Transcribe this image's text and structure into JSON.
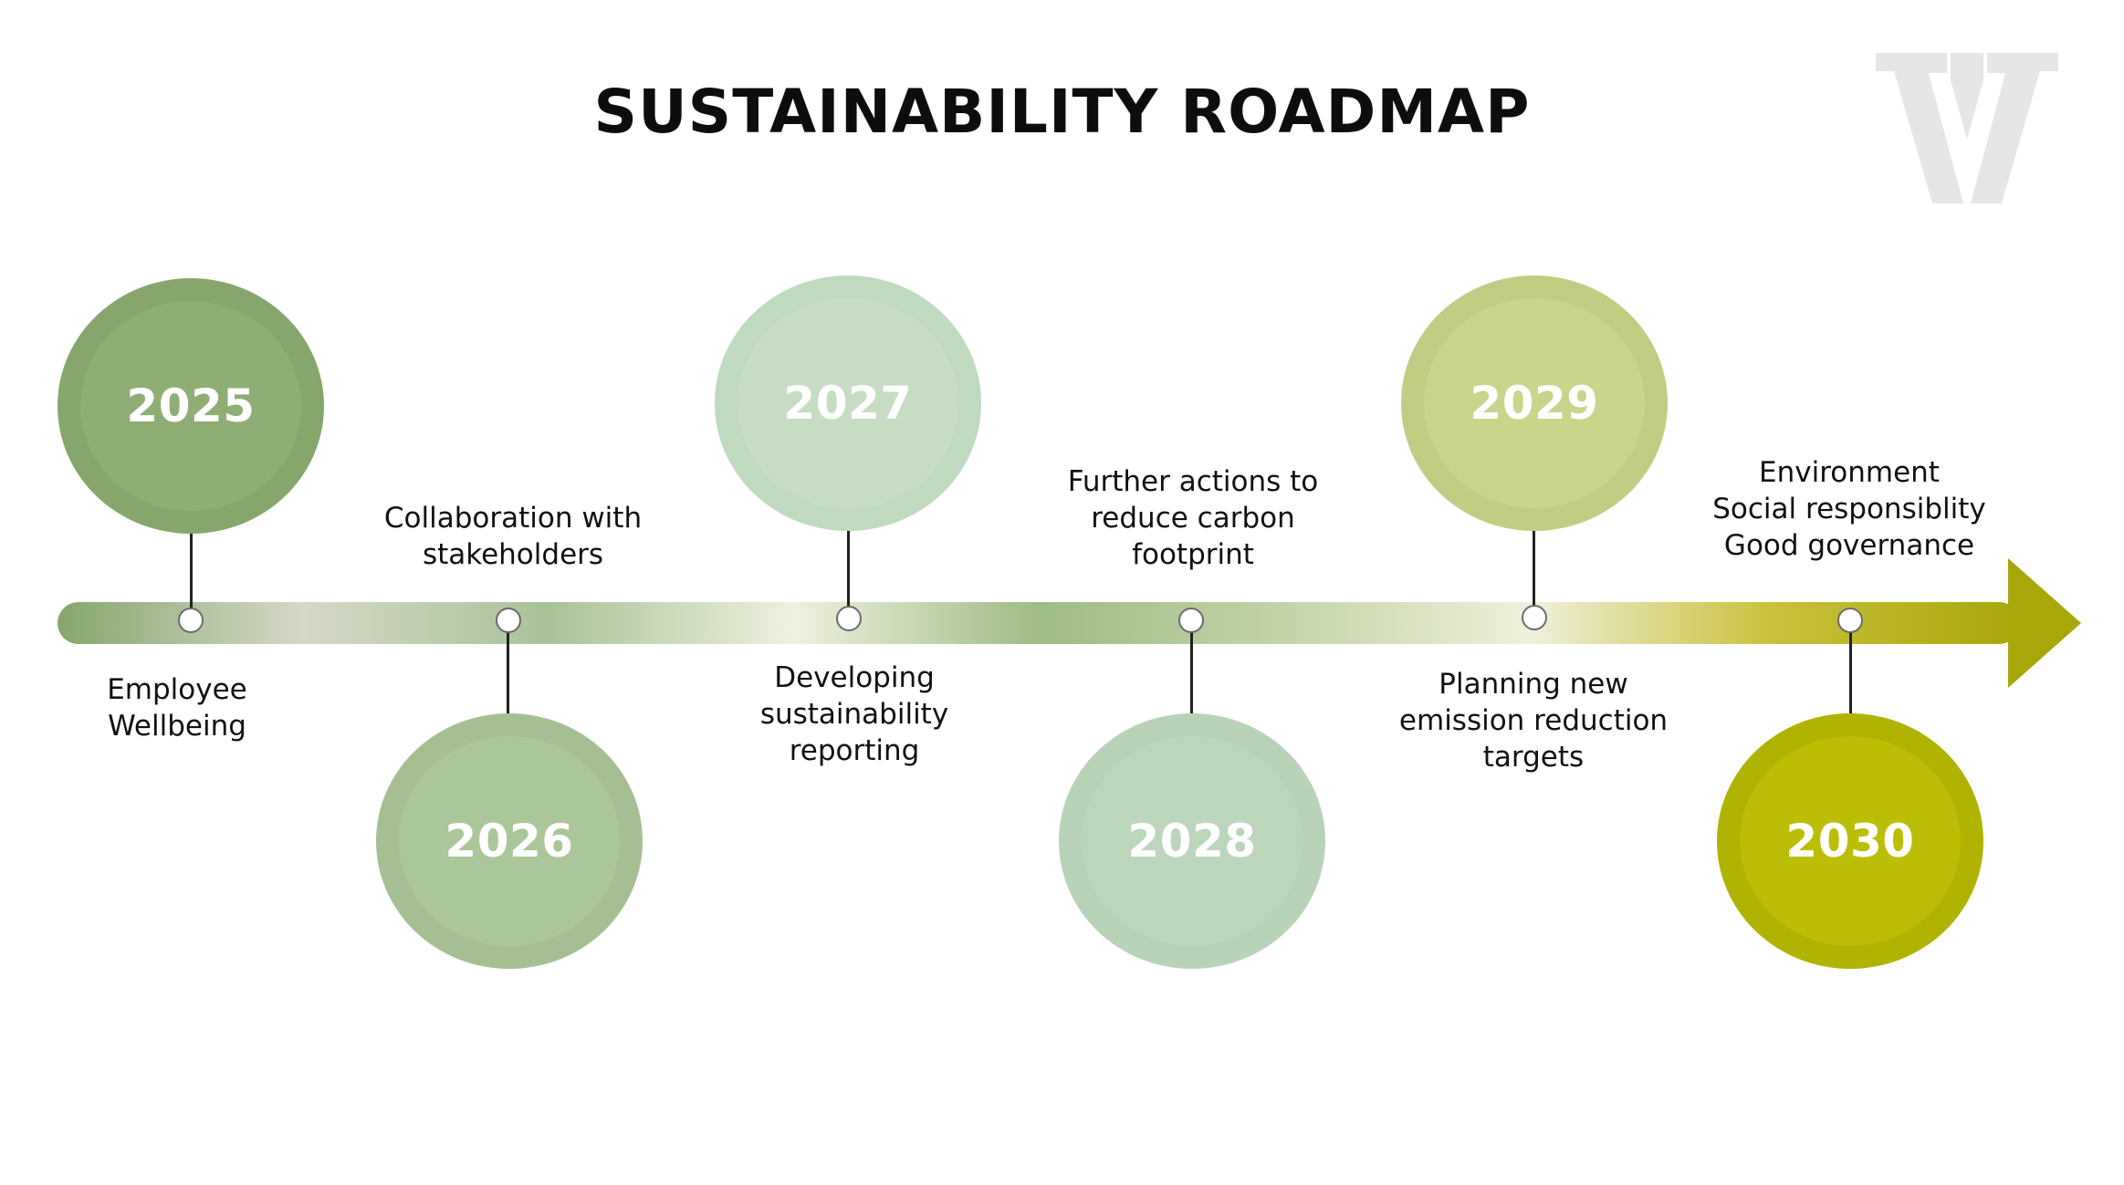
{
  "title": "SUSTAINABILITY ROADMAP",
  "logo": {
    "icon": "tw-logo-icon",
    "color": "#e6e6e6"
  },
  "timeline": {
    "arrow_colors": [
      "#86a66c",
      "#d5d8c8",
      "#a9c29a",
      "#eef1df",
      "#9fbb86",
      "#c3d4a8",
      "#eff0dc",
      "#c8c13a",
      "#a8a70a"
    ],
    "milestones": [
      {
        "year": "2025",
        "outer": "#86a66c",
        "inner": "#8fae74",
        "lines": [
          "Employee",
          "Wellbeing"
        ]
      },
      {
        "year": "2026",
        "outer": "#a5bf92",
        "inner": "#abc698",
        "lines": [
          "Collaboration with",
          "stakeholders"
        ]
      },
      {
        "year": "2027",
        "outer": "#c0dabf",
        "inner": "#c6ddc4",
        "lines": [
          "Developing",
          "sustainability",
          "reporting"
        ]
      },
      {
        "year": "2028",
        "outer": "#b9d3b8",
        "inner": "#bcd6bb",
        "lines": [
          "Further actions to",
          "reduce carbon",
          "footprint"
        ]
      },
      {
        "year": "2029",
        "outer": "#c0ce84",
        "inner": "#c8d58b",
        "lines": [
          "Planning new",
          "emission reduction",
          "targets"
        ]
      },
      {
        "year": "2030",
        "outer": "#b0b300",
        "inner": "#bcbe05",
        "lines": [
          "Environment",
          "Social responsiblity",
          "Good governance"
        ]
      }
    ]
  }
}
